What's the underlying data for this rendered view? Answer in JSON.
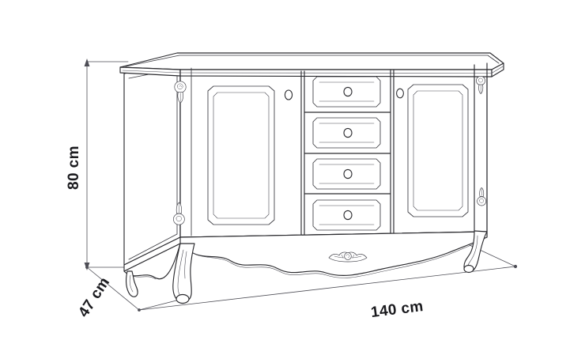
{
  "drawing": {
    "subject": "sideboard-cabinet",
    "style": "technical-line-drawing-perspective",
    "background_color": "#ffffff",
    "line_color": "#2b2b2f",
    "dimension_line_color": "#4d4d55",
    "text_color": "#1a1a1e"
  },
  "dimensions": {
    "height": {
      "value": "80 cm",
      "axis": "vertical",
      "position": "left",
      "rotation_deg": -90
    },
    "depth": {
      "value": "47 cm",
      "axis": "diagonal-depth",
      "position": "lower-left",
      "rotation_deg": -58
    },
    "width": {
      "value": "140 cm",
      "axis": "diagonal-width",
      "position": "lower-right",
      "rotation_deg": -11
    }
  },
  "furniture": {
    "name": "sideboard",
    "top": {
      "label": "molded-top-slab",
      "edge_profile": "bullnose-double-line"
    },
    "doors": [
      {
        "id": "left-door",
        "panel": "recessed-chamfered-panel",
        "knob": "round-knob"
      },
      {
        "id": "right-door",
        "panel": "recessed-chamfered-panel",
        "knob": "round-knob"
      }
    ],
    "drawers": [
      {
        "id": "drawer-1",
        "panel": "octagonal-recessed-panel",
        "knob": "round-knob"
      },
      {
        "id": "drawer-2",
        "panel": "octagonal-recessed-panel",
        "knob": "round-knob"
      },
      {
        "id": "drawer-3",
        "panel": "octagonal-recessed-panel",
        "knob": "round-knob"
      },
      {
        "id": "drawer-4",
        "panel": "octagonal-recessed-panel",
        "knob": "round-knob"
      }
    ],
    "ornaments": [
      {
        "id": "rose-upper-left",
        "motif": "carved-rose-with-leaf-drop"
      },
      {
        "id": "rose-lower-left",
        "motif": "carved-rose-with-leaf-drop"
      },
      {
        "id": "rose-upper-right",
        "motif": "carved-rose-with-leaf-drop"
      },
      {
        "id": "rose-lower-right",
        "motif": "carved-rose-with-leaf-drop"
      },
      {
        "id": "apron-center-floral",
        "motif": "carved-floral-spray"
      }
    ],
    "apron": {
      "label": "scalloped-serpentine-apron"
    },
    "legs": [
      {
        "id": "front-left-leg",
        "style": "cabriole-scroll-foot"
      },
      {
        "id": "front-right-leg",
        "style": "cabriole-scroll-foot"
      },
      {
        "id": "back-left-leg",
        "style": "cabriole-scroll-foot"
      }
    ]
  }
}
